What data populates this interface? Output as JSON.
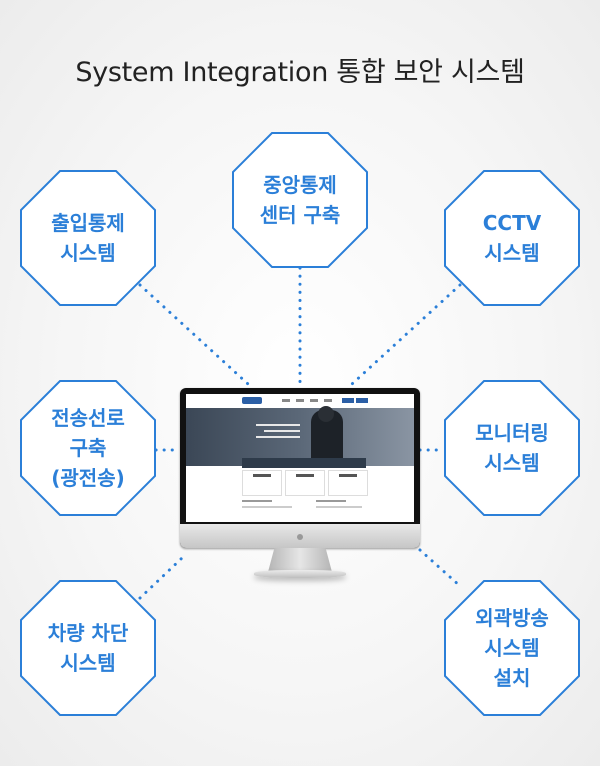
{
  "title": "System Integration 통합 보안 시스템",
  "nodes": {
    "access_control": "출입통제\n시스템",
    "central_control": "중앙통제\n센터 구축",
    "cctv": "CCTV\n시스템",
    "transmission_line": "전송선로\n구축\n(광전송)",
    "monitoring": "모니터링\n시스템",
    "vehicle_barrier": "차량 차단\n시스템",
    "perimeter_broadcast": "외곽방송\n시스템\n설치"
  },
  "colors": {
    "accent": "#2b7fd8",
    "octagon_fill": "#ffffff",
    "title": "#222222"
  },
  "icons": {
    "monitor": "desktop-monitor-icon"
  }
}
